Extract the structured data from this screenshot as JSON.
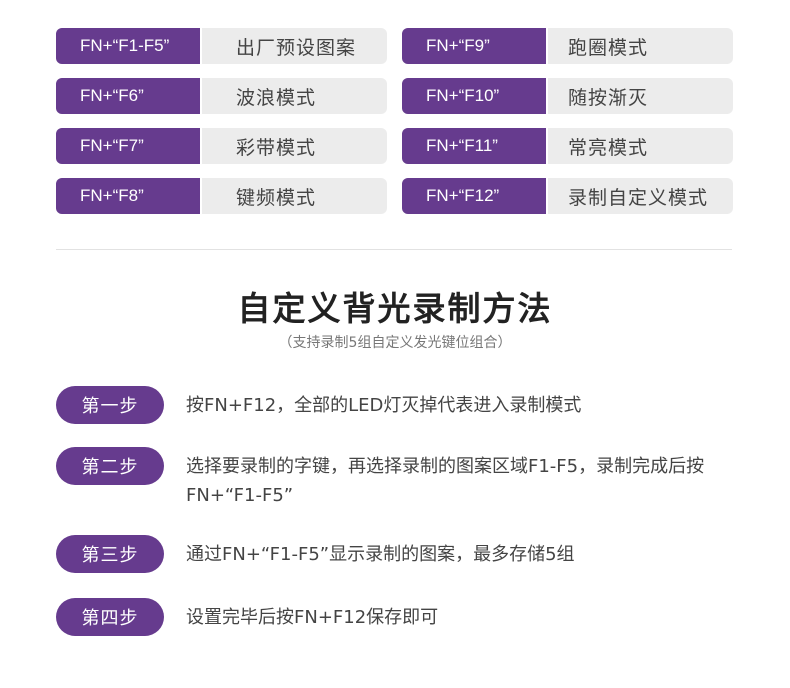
{
  "keymap": {
    "left": [
      {
        "combo": "FN+“F1-F5”",
        "func": "出厂预设图案"
      },
      {
        "combo": "FN+“F6”",
        "func": "波浪模式"
      },
      {
        "combo": "FN+“F7”",
        "func": "彩带模式"
      },
      {
        "combo": "FN+“F8”",
        "func": "键频模式"
      }
    ],
    "right": [
      {
        "combo": "FN+“F9”",
        "func": "跑圈模式"
      },
      {
        "combo": "FN+“F10”",
        "func": "随按渐灭"
      },
      {
        "combo": "FN+“F11”",
        "func": "常亮模式"
      },
      {
        "combo": "FN+“F12”",
        "func": "录制自定义模式"
      }
    ]
  },
  "section": {
    "title": "自定义背光录制方法",
    "subtitle": "（支持录制5组自定义发光键位组合）"
  },
  "steps": [
    {
      "label": "第一步",
      "text": "按FN+F12，全部的LED灯灭掉代表进入录制模式"
    },
    {
      "label": "第二步",
      "text": "选择要录制的字键，再选择录制的图案区域F1-F5，录制完成后按FN+“F1-F5”"
    },
    {
      "label": "第三步",
      "text": "通过FN+“F1-F5”显示录制的图案，最多存储5组"
    },
    {
      "label": "第四步",
      "text": "设置完毕后按FN+F12保存即可"
    }
  ],
  "colors": {
    "accent": "#663b8e",
    "row_bg": "#ececec"
  }
}
